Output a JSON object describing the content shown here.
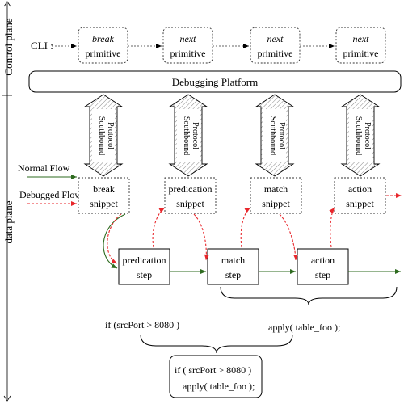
{
  "planes": {
    "control_plane": "Control plane",
    "data_plane": "data plane"
  },
  "cli": {
    "label": "CLI :",
    "primitives": [
      {
        "keyword": "break",
        "word": "primitive"
      },
      {
        "keyword": "next",
        "word": "primitive"
      },
      {
        "keyword": "next",
        "word": "primitive"
      },
      {
        "keyword": "next",
        "word": "primitive"
      }
    ]
  },
  "platform": {
    "label": "Debugging Platform"
  },
  "southbound": {
    "line1": "Southbound",
    "line2": "Protocol"
  },
  "flows": {
    "normal": "Normal Flow",
    "debugged": "Debugged Flow",
    "normal_color": "#2e6b1f",
    "debugged_color": "#e8262b"
  },
  "snippets": [
    {
      "line1": "break",
      "line2": "snippet"
    },
    {
      "line1": "predication",
      "line2": "snippet"
    },
    {
      "line1": "match",
      "line2": "snippet"
    },
    {
      "line1": "action",
      "line2": "snippet"
    }
  ],
  "steps": [
    {
      "line1": "predication",
      "line2": "step"
    },
    {
      "line1": "match",
      "line2": "step"
    },
    {
      "line1": "action",
      "line2": "step"
    }
  ],
  "code": {
    "condition": "if (srcPort > 8080 )",
    "apply": "apply( table_foo );",
    "box_line1": "if ( srcPort >  8080 )",
    "box_line2": "apply( table_foo );"
  }
}
